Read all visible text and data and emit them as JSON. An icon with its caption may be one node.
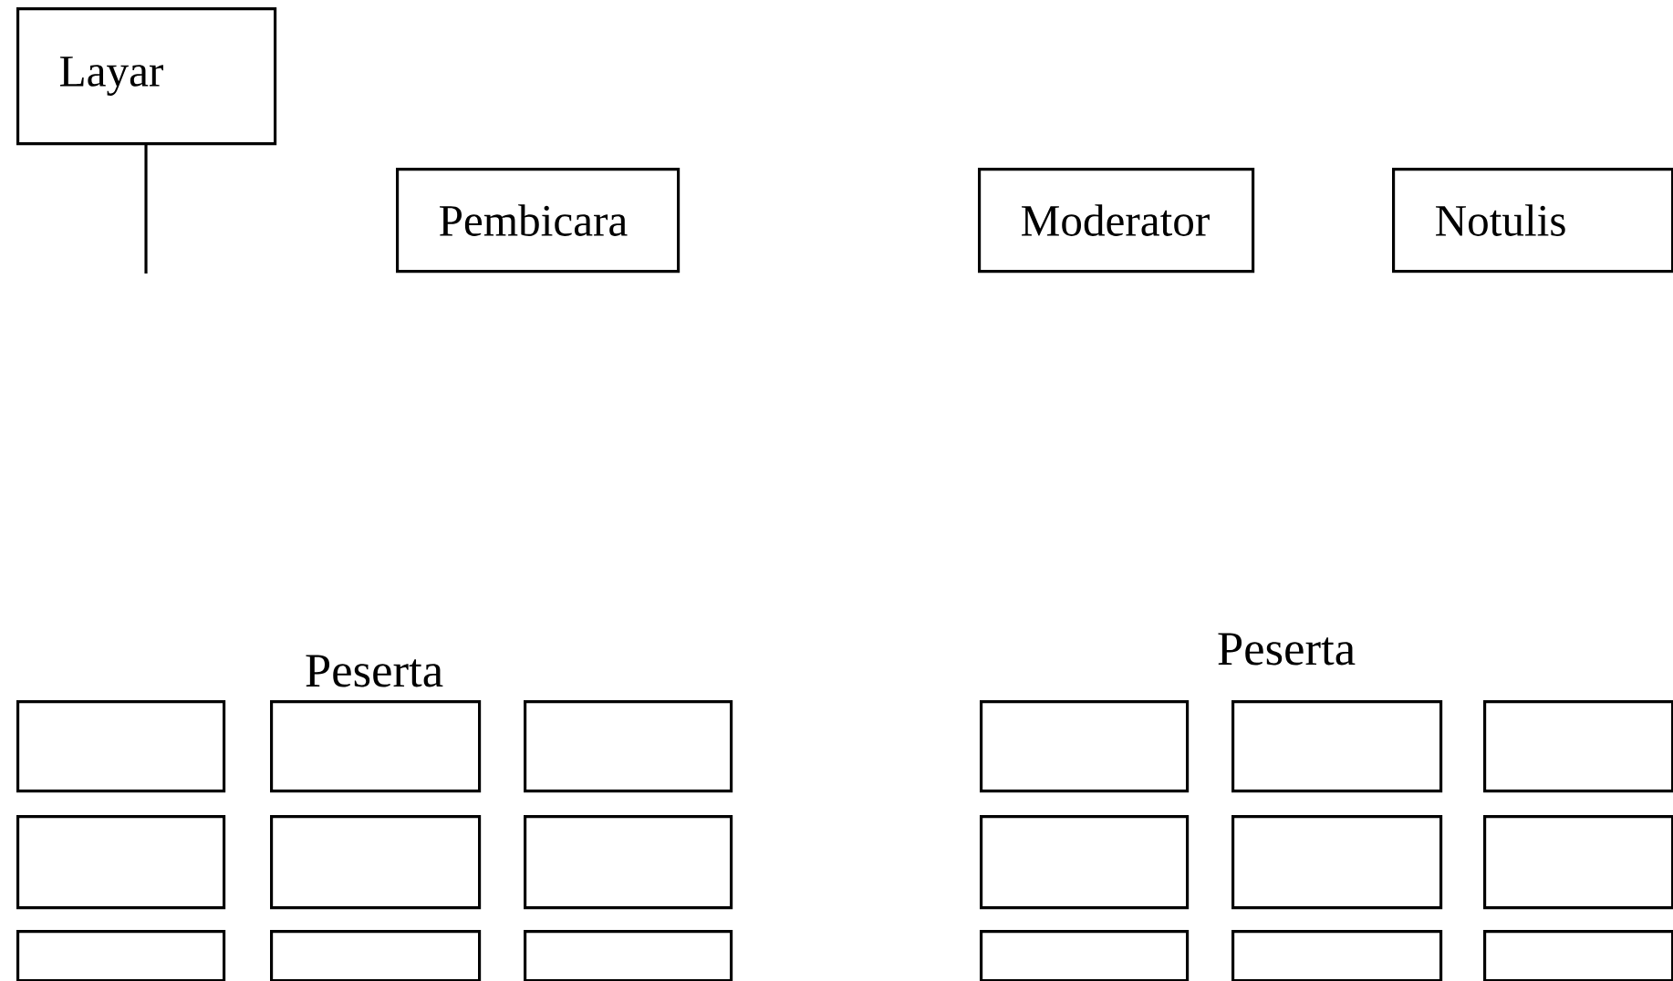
{
  "diagram": {
    "nodes": [
      {
        "text": [
          "Layar"
        ]
      },
      {
        "text": [
          "Pembicara"
        ]
      },
      {
        "text": [
          "Moderator"
        ]
      },
      {
        "text": [
          "Notulis"
        ]
      },
      {
        "text": [],
        "shape": "box"
      },
      {
        "text": [],
        "shape": "box"
      },
      {
        "text": [],
        "shape": "box"
      },
      {
        "text": [],
        "shape": "box"
      },
      {
        "text": [],
        "shape": "box"
      },
      {
        "text": [],
        "shape": "box"
      },
      {
        "text": [],
        "shape": "box"
      },
      {
        "text": [],
        "shape": "box"
      },
      {
        "text": [],
        "shape": "box"
      },
      {
        "text": [],
        "shape": "box"
      },
      {
        "text": [],
        "shape": "box"
      },
      {
        "text": [],
        "shape": "box"
      },
      {
        "text": [],
        "shape": "box"
      },
      {
        "text": [],
        "shape": "box"
      },
      {
        "text": [],
        "shape": "box"
      },
      {
        "text": [],
        "shape": "box"
      },
      {
        "text": [],
        "shape": "box"
      },
      {
        "text": [],
        "shape": "box"
      }
    ],
    "labels": [
      "Peserta",
      "Peserta"
    ]
  }
}
